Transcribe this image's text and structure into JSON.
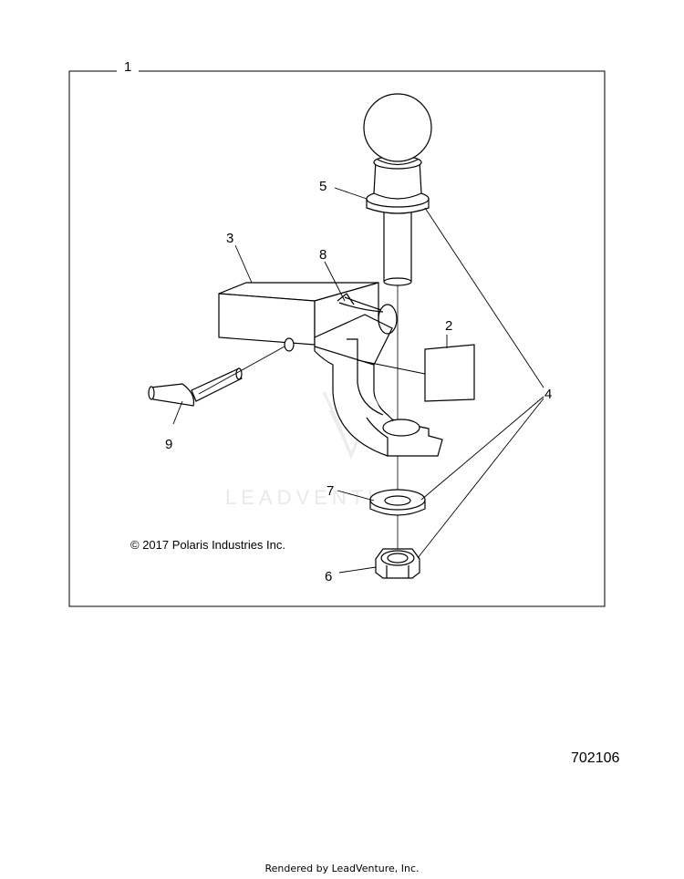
{
  "diagram": {
    "frame_callout": "1",
    "callouts": [
      "2",
      "3",
      "4",
      "5",
      "6",
      "7",
      "8",
      "9"
    ],
    "copyright": "© 2017 Polaris Industries Inc.",
    "watermark": "LEADVENTURE"
  },
  "drawing_number": "702106",
  "footer": "Rendered by LeadVenture, Inc.",
  "colors": {
    "line": "#000000",
    "background": "#ffffff",
    "watermark": "#e9e9e9"
  }
}
